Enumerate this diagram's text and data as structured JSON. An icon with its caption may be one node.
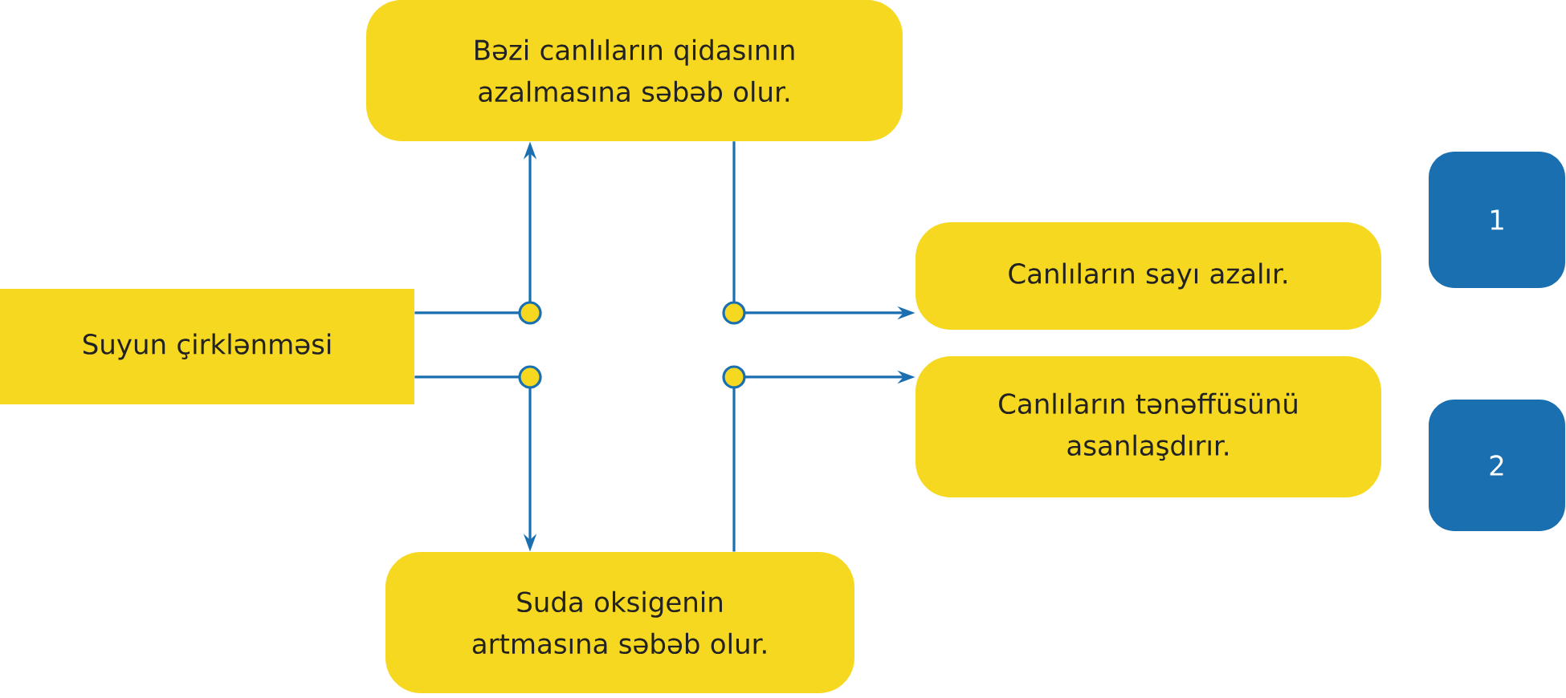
{
  "diagram": {
    "nodes": [
      {
        "text": [
          "Suyun çirklənməsi"
        ]
      },
      {
        "text": [
          "Bəzi canlıların qidasının azalmasına səbəb olur."
        ]
      },
      {
        "text": [
          "Suda oksigenin artmasına səbəb olur."
        ]
      },
      {
        "text": [
          "Canlıların sayı azalır."
        ]
      },
      {
        "text": [
          "Canlıların tənəffüsünü asanlaşdırır."
        ]
      },
      {
        "text": [
          "1"
        ]
      },
      {
        "text": [
          "2"
        ]
      }
    ],
    "edges": [
      {
        "from": 0,
        "to": 1,
        "arrow": "to"
      },
      {
        "from": 0,
        "to": 2,
        "arrow": "to"
      },
      {
        "from": 1,
        "to": 3,
        "arrow": "to"
      },
      {
        "from": 2,
        "to": 4,
        "arrow": "to"
      }
    ]
  }
}
